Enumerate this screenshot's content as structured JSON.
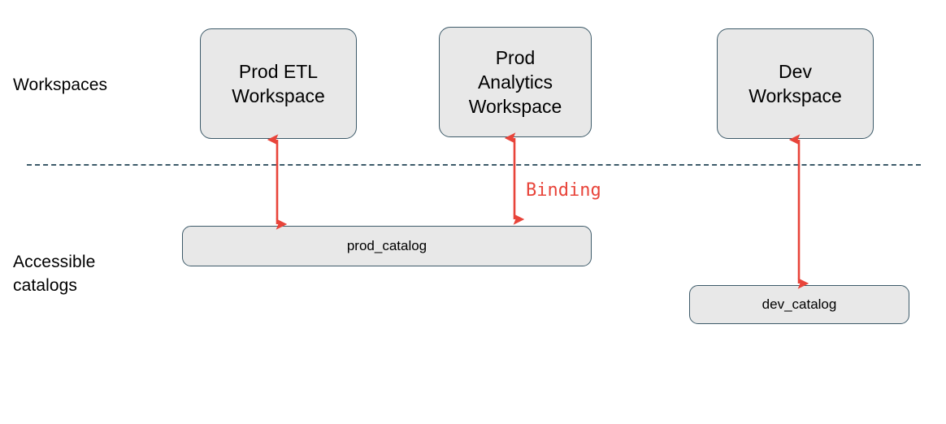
{
  "diagram": {
    "title": "Workspace catalog binding diagram",
    "colors": {
      "node_fill": "#e8e8e8",
      "node_border": "#3d5a69",
      "arrow": "#e8443a",
      "divider": "#3d5a69",
      "text": "#000000",
      "background": "#ffffff"
    },
    "row_labels": [
      {
        "id": "workspaces",
        "text": "Workspaces"
      },
      {
        "id": "accessible-catalogs",
        "text": "Accessible\ncatalogs"
      }
    ],
    "workspaces": [
      {
        "id": "prod-etl",
        "label": "Prod ETL\nWorkspace"
      },
      {
        "id": "prod-analytics",
        "label": "Prod\nAnalytics\nWorkspace"
      },
      {
        "id": "dev",
        "label": "Dev\nWorkspace"
      }
    ],
    "catalogs": [
      {
        "id": "prod-catalog",
        "label": "prod_catalog"
      },
      {
        "id": "dev-catalog",
        "label": "dev_catalog"
      }
    ],
    "connections": [
      {
        "id": "prod-etl-to-prod-catalog",
        "from": "prod-etl",
        "to": "prod-catalog",
        "style": "double-arrow",
        "label": ""
      },
      {
        "id": "prod-analytics-to-prod-catalog",
        "from": "prod-analytics",
        "to": "prod-catalog",
        "style": "double-arrow",
        "label": "Binding"
      },
      {
        "id": "dev-to-dev-catalog",
        "from": "dev",
        "to": "dev-catalog",
        "style": "double-arrow",
        "label": ""
      }
    ],
    "annotations": [
      {
        "id": "binding",
        "text": "Binding"
      }
    ],
    "divider": {
      "id": "workspace-catalog-divider",
      "style": "dashed"
    }
  }
}
